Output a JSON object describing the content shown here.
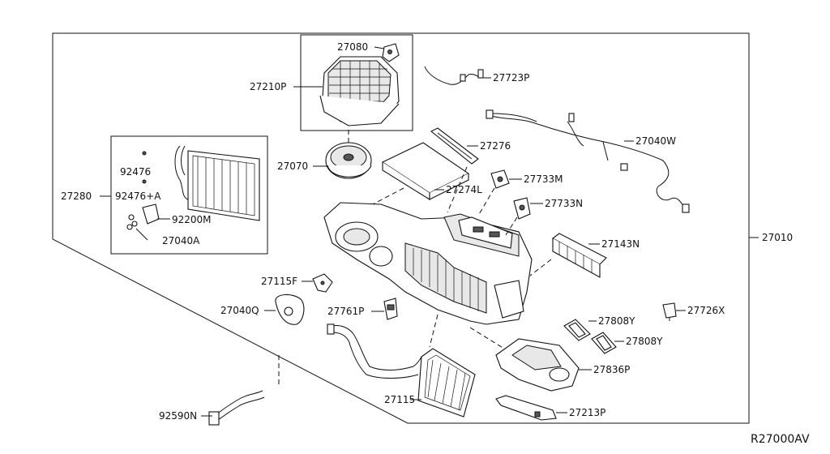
{
  "callouts": {
    "c27080": "27080",
    "c27210P": "27210P",
    "c27723P": "27723P",
    "c27276": "27276",
    "c27040W": "27040W",
    "c27070": "27070",
    "c27274L": "27274L",
    "c27733M": "27733M",
    "c27733N": "27733N",
    "c92476": "92476",
    "c92476A": "92476+A",
    "c27280": "27280",
    "c92200M": "92200M",
    "c27040A": "27040A",
    "c27010": "27010",
    "c27143N": "27143N",
    "c27115F": "27115F",
    "c27040Q": "27040Q",
    "c27761P": "27761P",
    "c27726X": "27726X",
    "c27808Y_a": "27808Y",
    "c27808Y_b": "27808Y",
    "c27836P": "27836P",
    "c27115": "27115",
    "c27213P": "27213P",
    "c92590N": "92590N"
  },
  "diagram_code": "R27000AV"
}
